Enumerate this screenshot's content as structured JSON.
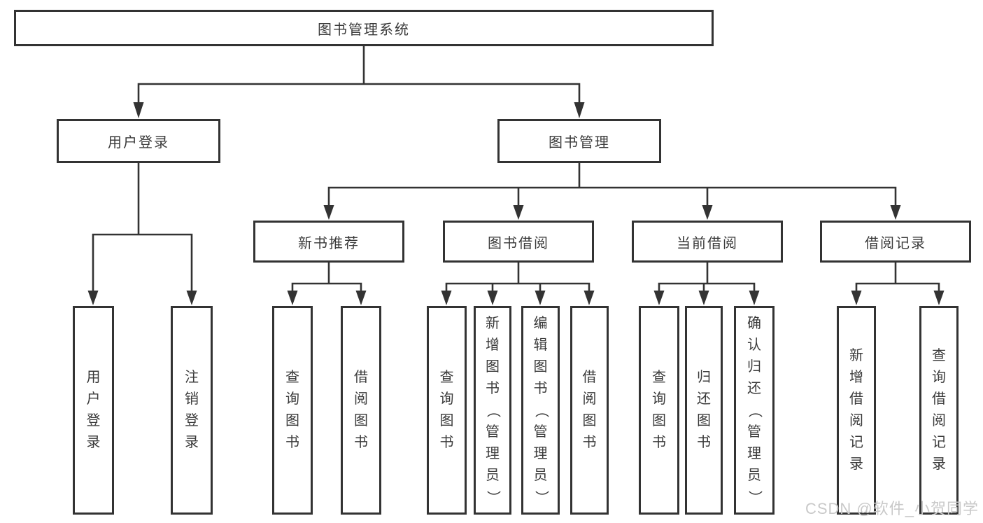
{
  "tree": {
    "root": {
      "label": "图书管理系统",
      "children": [
        {
          "label": "用户登录",
          "children": [
            {
              "label": "用户登录"
            },
            {
              "label": "注销登录"
            }
          ]
        },
        {
          "label": "图书管理",
          "children": [
            {
              "label": "新书推荐",
              "children": [
                {
                  "label": "查询图书"
                },
                {
                  "label": "借阅图书"
                }
              ]
            },
            {
              "label": "图书借阅",
              "children": [
                {
                  "label": "查询图书"
                },
                {
                  "label": "新增图书（管理员）"
                },
                {
                  "label": "编辑图书（管理员）"
                },
                {
                  "label": "借阅图书"
                }
              ]
            },
            {
              "label": "当前借阅",
              "children": [
                {
                  "label": "查询图书"
                },
                {
                  "label": "归还图书"
                },
                {
                  "label": "确认归还（管理员）"
                }
              ]
            },
            {
              "label": "借阅记录",
              "children": [
                {
                  "label": "新增借阅记录"
                },
                {
                  "label": "查询借阅记录"
                }
              ]
            }
          ]
        }
      ]
    }
  },
  "watermark": {
    "text": "CSDN @软件_小贺同学",
    "color": "#c9c9c9"
  },
  "colors": {
    "line": "#333333",
    "text": "#3a3a3a",
    "background": "#ffffff"
  }
}
